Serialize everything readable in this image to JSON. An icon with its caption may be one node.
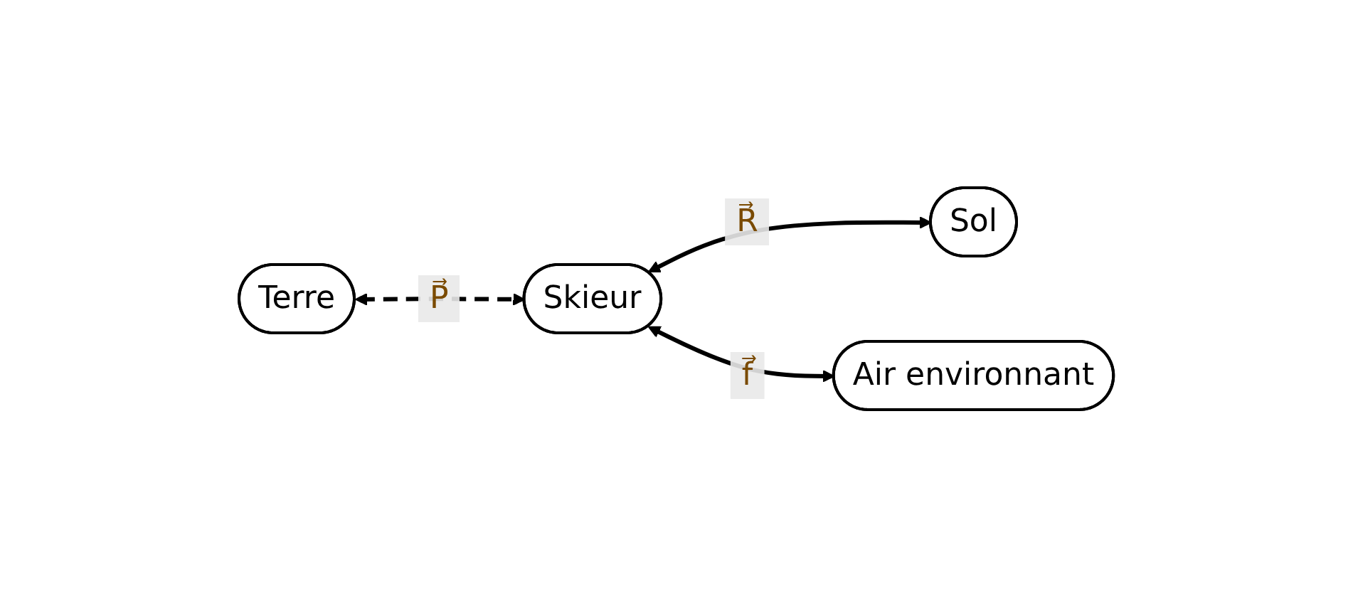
{
  "diagram": {
    "nodes": [
      {
        "text": [
          "Terre"
        ]
      },
      {
        "text": [
          "Skieur"
        ]
      },
      {
        "text": [
          "Sol"
        ]
      },
      {
        "text": [
          "Air environnant"
        ]
      }
    ],
    "edges": [
      {
        "from": 0,
        "to": 1,
        "arrow": "both",
        "style": "dashed",
        "label": "P⃗"
      },
      {
        "from": 1,
        "to": 2,
        "arrow": "both",
        "label": "R⃗"
      },
      {
        "from": 1,
        "to": 3,
        "arrow": "both",
        "label": "f⃗"
      }
    ]
  }
}
